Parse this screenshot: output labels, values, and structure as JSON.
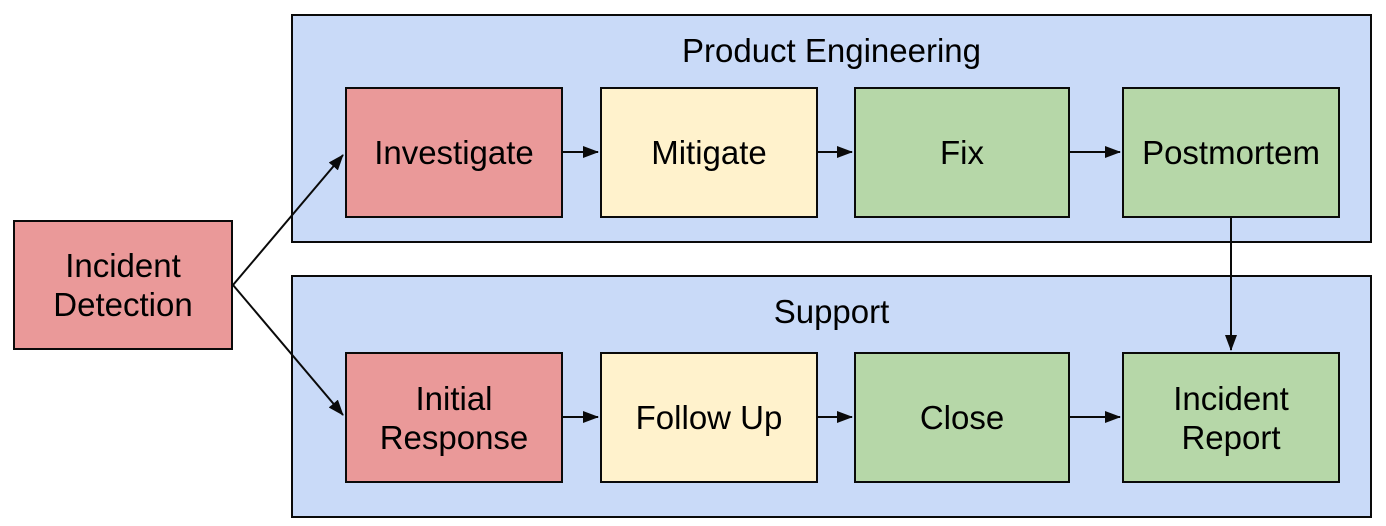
{
  "palette": {
    "background": "#ffffff",
    "lane_fill": "#c9daf8",
    "red_fill": "#ea9999",
    "yellow_fill": "#fff2cc",
    "green_fill": "#b6d7a8",
    "border": "#0a0a0a",
    "text": "#000000"
  },
  "diagram": {
    "start_node": {
      "label": "Incident\nDetection",
      "color": "red"
    },
    "lanes": [
      {
        "title": "Product Engineering",
        "nodes": [
          {
            "label": "Investigate",
            "color": "red"
          },
          {
            "label": "Mitigate",
            "color": "yellow"
          },
          {
            "label": "Fix",
            "color": "green"
          },
          {
            "label": "Postmortem",
            "color": "green"
          }
        ]
      },
      {
        "title": "Support",
        "nodes": [
          {
            "label": "Initial\nResponse",
            "color": "red"
          },
          {
            "label": "Follow Up",
            "color": "yellow"
          },
          {
            "label": "Close",
            "color": "green"
          },
          {
            "label": "Incident\nReport",
            "color": "green"
          }
        ]
      }
    ],
    "edges": [
      {
        "from": "Incident Detection",
        "to": "Investigate"
      },
      {
        "from": "Incident Detection",
        "to": "Initial Response"
      },
      {
        "from": "Investigate",
        "to": "Mitigate"
      },
      {
        "from": "Mitigate",
        "to": "Fix"
      },
      {
        "from": "Fix",
        "to": "Postmortem"
      },
      {
        "from": "Postmortem",
        "to": "Incident Report"
      },
      {
        "from": "Initial Response",
        "to": "Follow Up"
      },
      {
        "from": "Follow Up",
        "to": "Close"
      },
      {
        "from": "Close",
        "to": "Incident Report"
      }
    ]
  }
}
